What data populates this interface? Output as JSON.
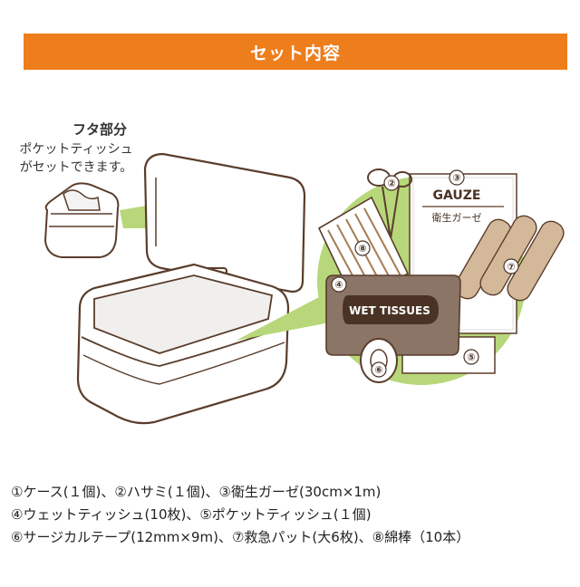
{
  "header": {
    "title": "セット内容"
  },
  "lid": {
    "title": "フタ部分",
    "desc_line1": "ポケットティッシュ",
    "desc_line2": "がセットできます。"
  },
  "items": {
    "gauze_label": "GAUZE",
    "gauze_sub": "衛生ガーゼ",
    "wet_label": "WET TISSUES",
    "numbers": [
      "②",
      "③",
      "④",
      "⑤",
      "⑥",
      "⑦",
      "⑧"
    ]
  },
  "contents": {
    "line1": "①ケース(１個)、②ハサミ(１個)、③衛生ガーゼ(30cm×1m)",
    "line2": "④ウェットティッシュ(10枚)、⑤ポケットティッシュ(１個)",
    "line3": "⑥サージカルテープ(12mm×9m)、⑦救急パット(大6枚)、⑧綿棒（10本）"
  },
  "colors": {
    "accent": "#ee7d1c",
    "circle": "#b7d77a",
    "outline": "#5a3d2b"
  }
}
